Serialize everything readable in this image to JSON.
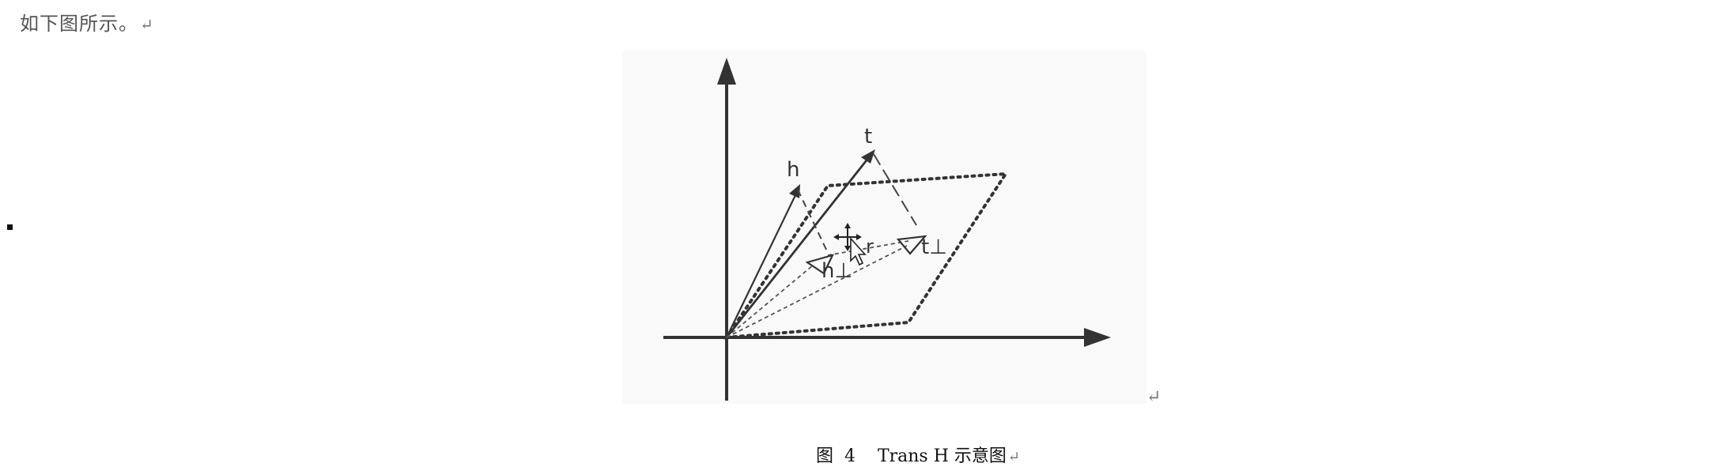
{
  "intro": {
    "text": "如下图所示。",
    "return_mark": "↵"
  },
  "figure": {
    "labels": {
      "h": "h",
      "t": "t",
      "h_perp": "h⊥",
      "t_perp": "t⊥",
      "r": "r"
    },
    "end_mark": "↵"
  },
  "caption": {
    "text": "图  4    Trans H 示意图",
    "return_mark": "↵"
  },
  "icons": {
    "cursor": "move-cursor-icon",
    "bullet": "square-bullet-icon"
  }
}
